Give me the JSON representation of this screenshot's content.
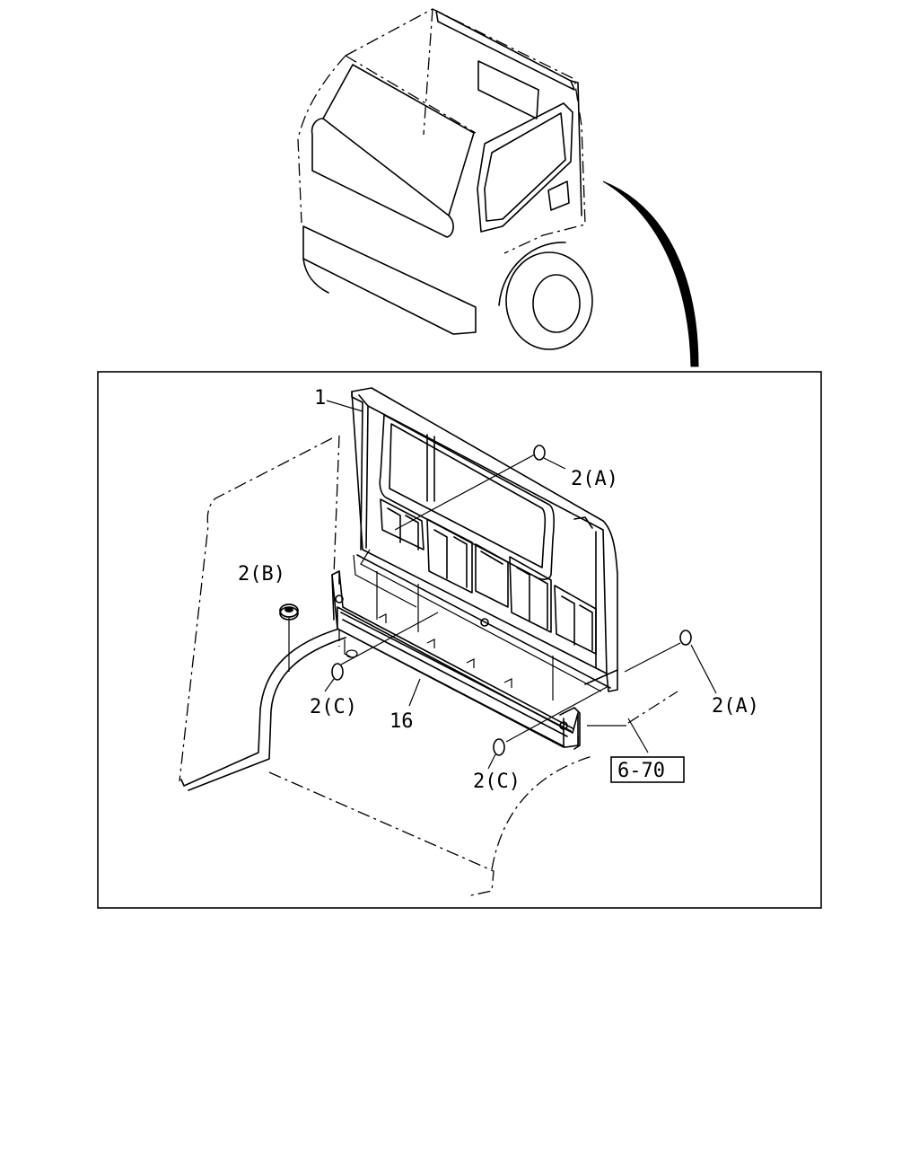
{
  "callouts": {
    "part_1": "1",
    "clip_a_top": "2(A)",
    "grommet_b": "2(B)",
    "plug_c_left": "2(C)",
    "part_16": "16",
    "clip_a_right": "2(A)",
    "plug_c_bottom": "2(C)",
    "ref_box": "6-70"
  }
}
